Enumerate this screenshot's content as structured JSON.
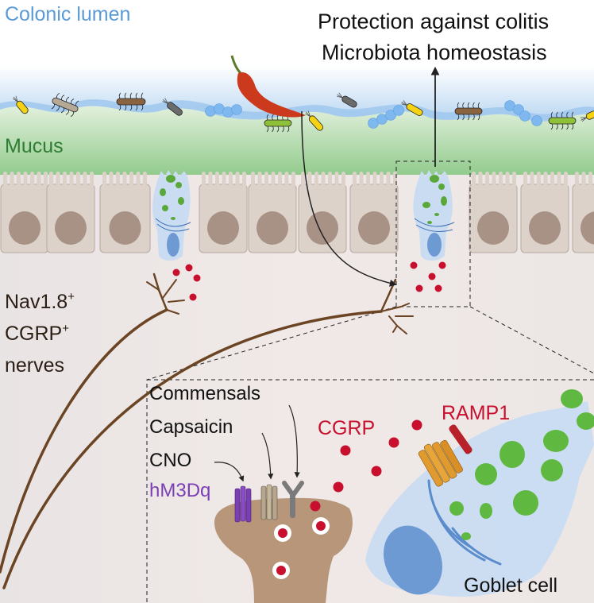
{
  "labels": {
    "lumen": "Colonic lumen",
    "outcome_line1": "Protection against colitis",
    "outcome_line2": "Microbiota homeostasis",
    "mucus": "Mucus",
    "nerve_line1": "Nav1.8",
    "nerve_line2": "CGRP",
    "nerve_line3": "nerves",
    "superscript": "+",
    "commensals": "Commensals",
    "capsaicin": "Capsaicin",
    "cno": "CNO",
    "hm3dq": "hM3Dq",
    "cgrp": "CGRP",
    "ramp1": "RAMP1",
    "goblet": "Goblet cell"
  },
  "colors": {
    "lumen_text": "#5b9bd5",
    "mucus_text": "#2e7d32",
    "cgrp_red": "#c8102e",
    "hm3dq_purple": "#7b3fb5",
    "nerve_brown": "#6b4423",
    "mucus_green": "#9fd09a",
    "goblet_blue": "#c9dcf2",
    "background": "#efe8e6"
  }
}
